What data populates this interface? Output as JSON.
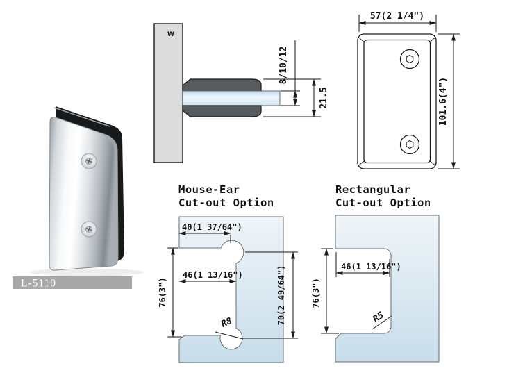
{
  "product": {
    "model": "L-5110"
  },
  "side_view": {
    "wall_marker": "W",
    "glass_thickness": "8/10/12",
    "overall_depth": "21.5"
  },
  "front_view": {
    "width": "57(2 1/4\")",
    "height": "101.6(4\")"
  },
  "mouse_ear_option": {
    "title_line1": "Mouse-Ear",
    "title_line2": "Cut-out Option",
    "dim_ear_center": "40(1 37/64\")",
    "dim_cutout_depth": "46(1 13/16\")",
    "dim_cutout_height": "76(3\")",
    "dim_between_ears": "70(2 49/64\")",
    "radius": "R8"
  },
  "rectangular_option": {
    "title_line1": "Rectangular",
    "title_line2": "Cut-out Option",
    "dim_cutout_depth": "46(1 13/16\")",
    "dim_cutout_height": "76(3\")",
    "radius": "R5"
  },
  "colors": {
    "glass_blue": "#c9dfec",
    "glass_blue_light": "#eef3f7",
    "jaw_gray": "#565b5f",
    "wall_gray": "#dcdcdc",
    "label_gray": "#a8a8a8",
    "line_dark": "#1a1a1a",
    "chrome_light": "#f5f7f8",
    "chrome_dark": "#9aa1a8"
  }
}
